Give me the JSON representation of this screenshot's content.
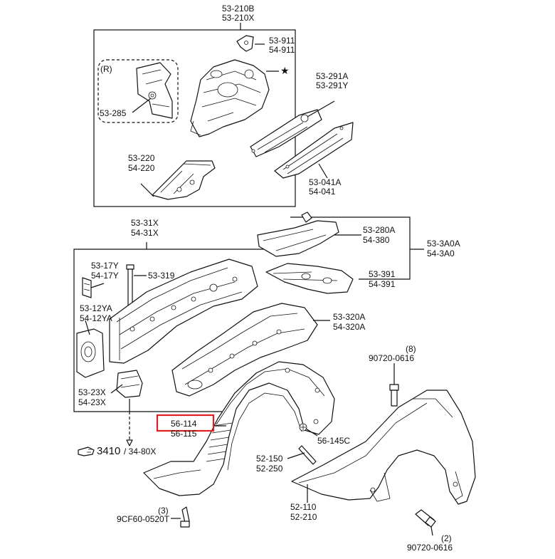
{
  "labels": {
    "p53_210b": "53-210B",
    "p53_210x": "53-210X",
    "p53_911": "53-911",
    "p54_911": "54-911",
    "r_mark": "(R)",
    "star": "★",
    "p53_291a": "53-291A",
    "p53_291y": "53-291Y",
    "p53_285": "53-285",
    "p53_220": "53-220",
    "p54_220": "54-220",
    "p53_041a": "53-041A",
    "p54_041": "54-041",
    "p53_31x": "53-31X",
    "p54_31x": "54-31X",
    "p53_280a": "53-280A",
    "p54_380": "54-380",
    "p53_3a0a": "53-3A0A",
    "p54_3a0": "54-3A0",
    "p53_17y": "53-17Y",
    "p54_17y": "54-17Y",
    "p53_319": "53-319",
    "p53_391": "53-391",
    "p54_391": "54-391",
    "p53_12ya": "53-12YA",
    "p54_12ya": "54-12YA",
    "p53_320a": "53-320A",
    "p54_320a": "54-320A",
    "qty_8": "(8)",
    "p90720_0616_top": "90720-0616",
    "p53_23x": "53-23X",
    "p54_23x": "54-23X",
    "p56_114": "56-114",
    "p56_115": "56-115",
    "p56_145c": "56-145C",
    "ref_3410": "3410",
    "ref_34_80x": "/ 34-80X",
    "p52_150": "52-150",
    "p52_250": "52-250",
    "p52_110": "52-110",
    "p52_210": "52-210",
    "qty_3": "(3)",
    "p9cf60": "9CF60-0520T",
    "qty_2": "(2)",
    "p90720_0616_bot": "90720-0616"
  },
  "highlight_color": "#e02020"
}
